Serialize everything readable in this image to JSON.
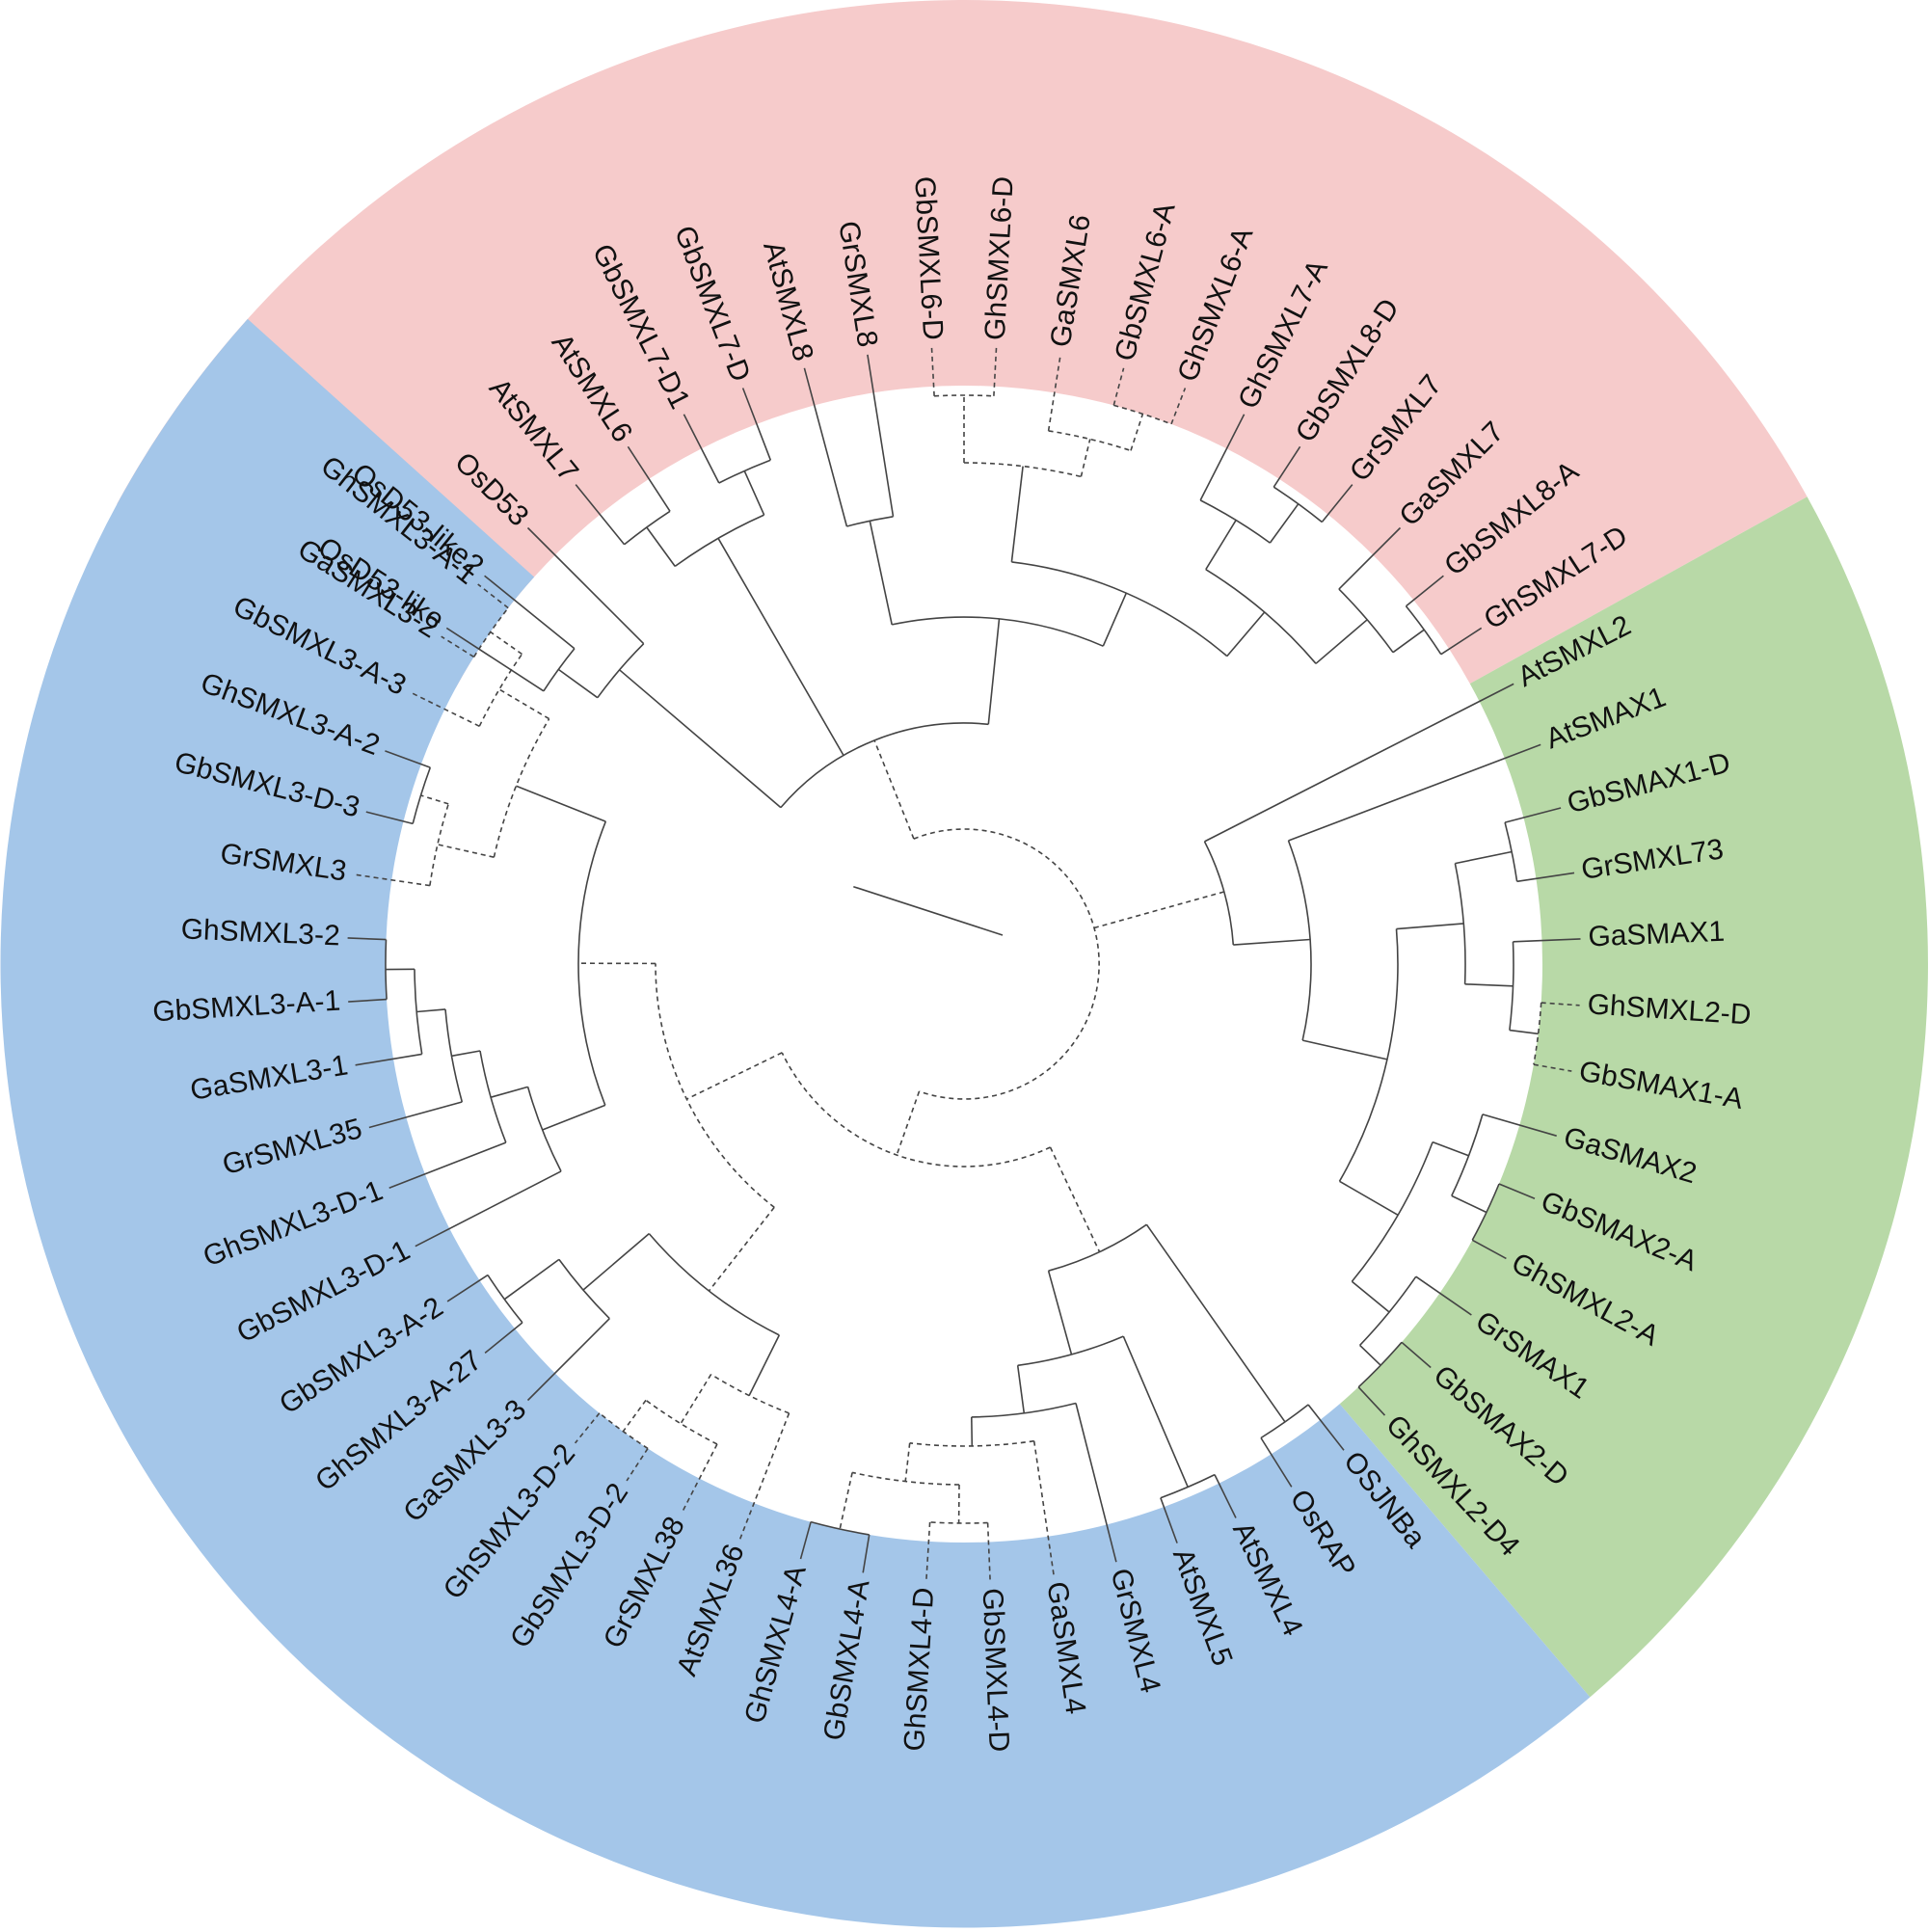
{
  "colors": {
    "clade_pink": "#f6cbcb",
    "clade_green": "#b8d9a7",
    "clade_blue": "#a4c6e9",
    "branch": "#444444",
    "label": "#111111"
  },
  "clades": [
    {
      "name": "pink",
      "color": "#f6cbcb",
      "leaves": [
        "OsD53-like",
        "OsD53-like2",
        "OsD53",
        "AtSMXL7",
        "AtSMXL6",
        "GbSMXL7-D1",
        "GbSMXL7-D",
        "AtSMXL8",
        "GrSMXL8",
        "GbSMXL6-D",
        "GhSMXL6-D",
        "GaSMXL6",
        "GbSMXL6-A",
        "GhSMXL6-A",
        "GhSMXL7-A",
        "GbSMXL8-D",
        "GrSMXL7",
        "GaSMXL7",
        "GbSMXL8-A",
        "GhSMXL7-D"
      ]
    },
    {
      "name": "green",
      "color": "#b8d9a7",
      "leaves": [
        "AtSMXL2",
        "AtSMAX1",
        "GbSMAX1-D",
        "GrSMXL73",
        "GaSMAX1",
        "GhSMXL2-D",
        "GbSMAX1-A",
        "GaSMAX2",
        "GbSMAX2-A",
        "GhSMXL2-A",
        "GrSMAX1",
        "GbSMAX2-D",
        "GhSMXL2-D4"
      ]
    },
    {
      "name": "blue",
      "color": "#a4c6e9",
      "leaves": [
        "OSJNBa",
        "OsRAP",
        "AtSMXL4",
        "AtSMXL5",
        "GrSMXL4",
        "GaSMXL4",
        "GbSMXL4-D",
        "GhSMXL4-D",
        "GbSMXL4-A",
        "GhSMXL4-A",
        "AtSMXL36",
        "GrSMXL38",
        "GbSMXL3-D-2",
        "GhSMXL3-D-2",
        "GaSMXL3-3",
        "GhSMXL3-A-27",
        "GbSMXL3-A-2",
        "GbSMXL3-D-1",
        "GhSMXL3-D-1",
        "GrSMXL35",
        "GaSMXL3-1",
        "GbSMXL3-A-1",
        "GhSMXL3-2",
        "GrSMXL3",
        "GbSMXL3-D-3",
        "GhSMXL3-A-2",
        "GbSMXL3-A-3",
        "GaSMXL3-2",
        "GhSMXL3-A-1"
      ]
    }
  ]
}
